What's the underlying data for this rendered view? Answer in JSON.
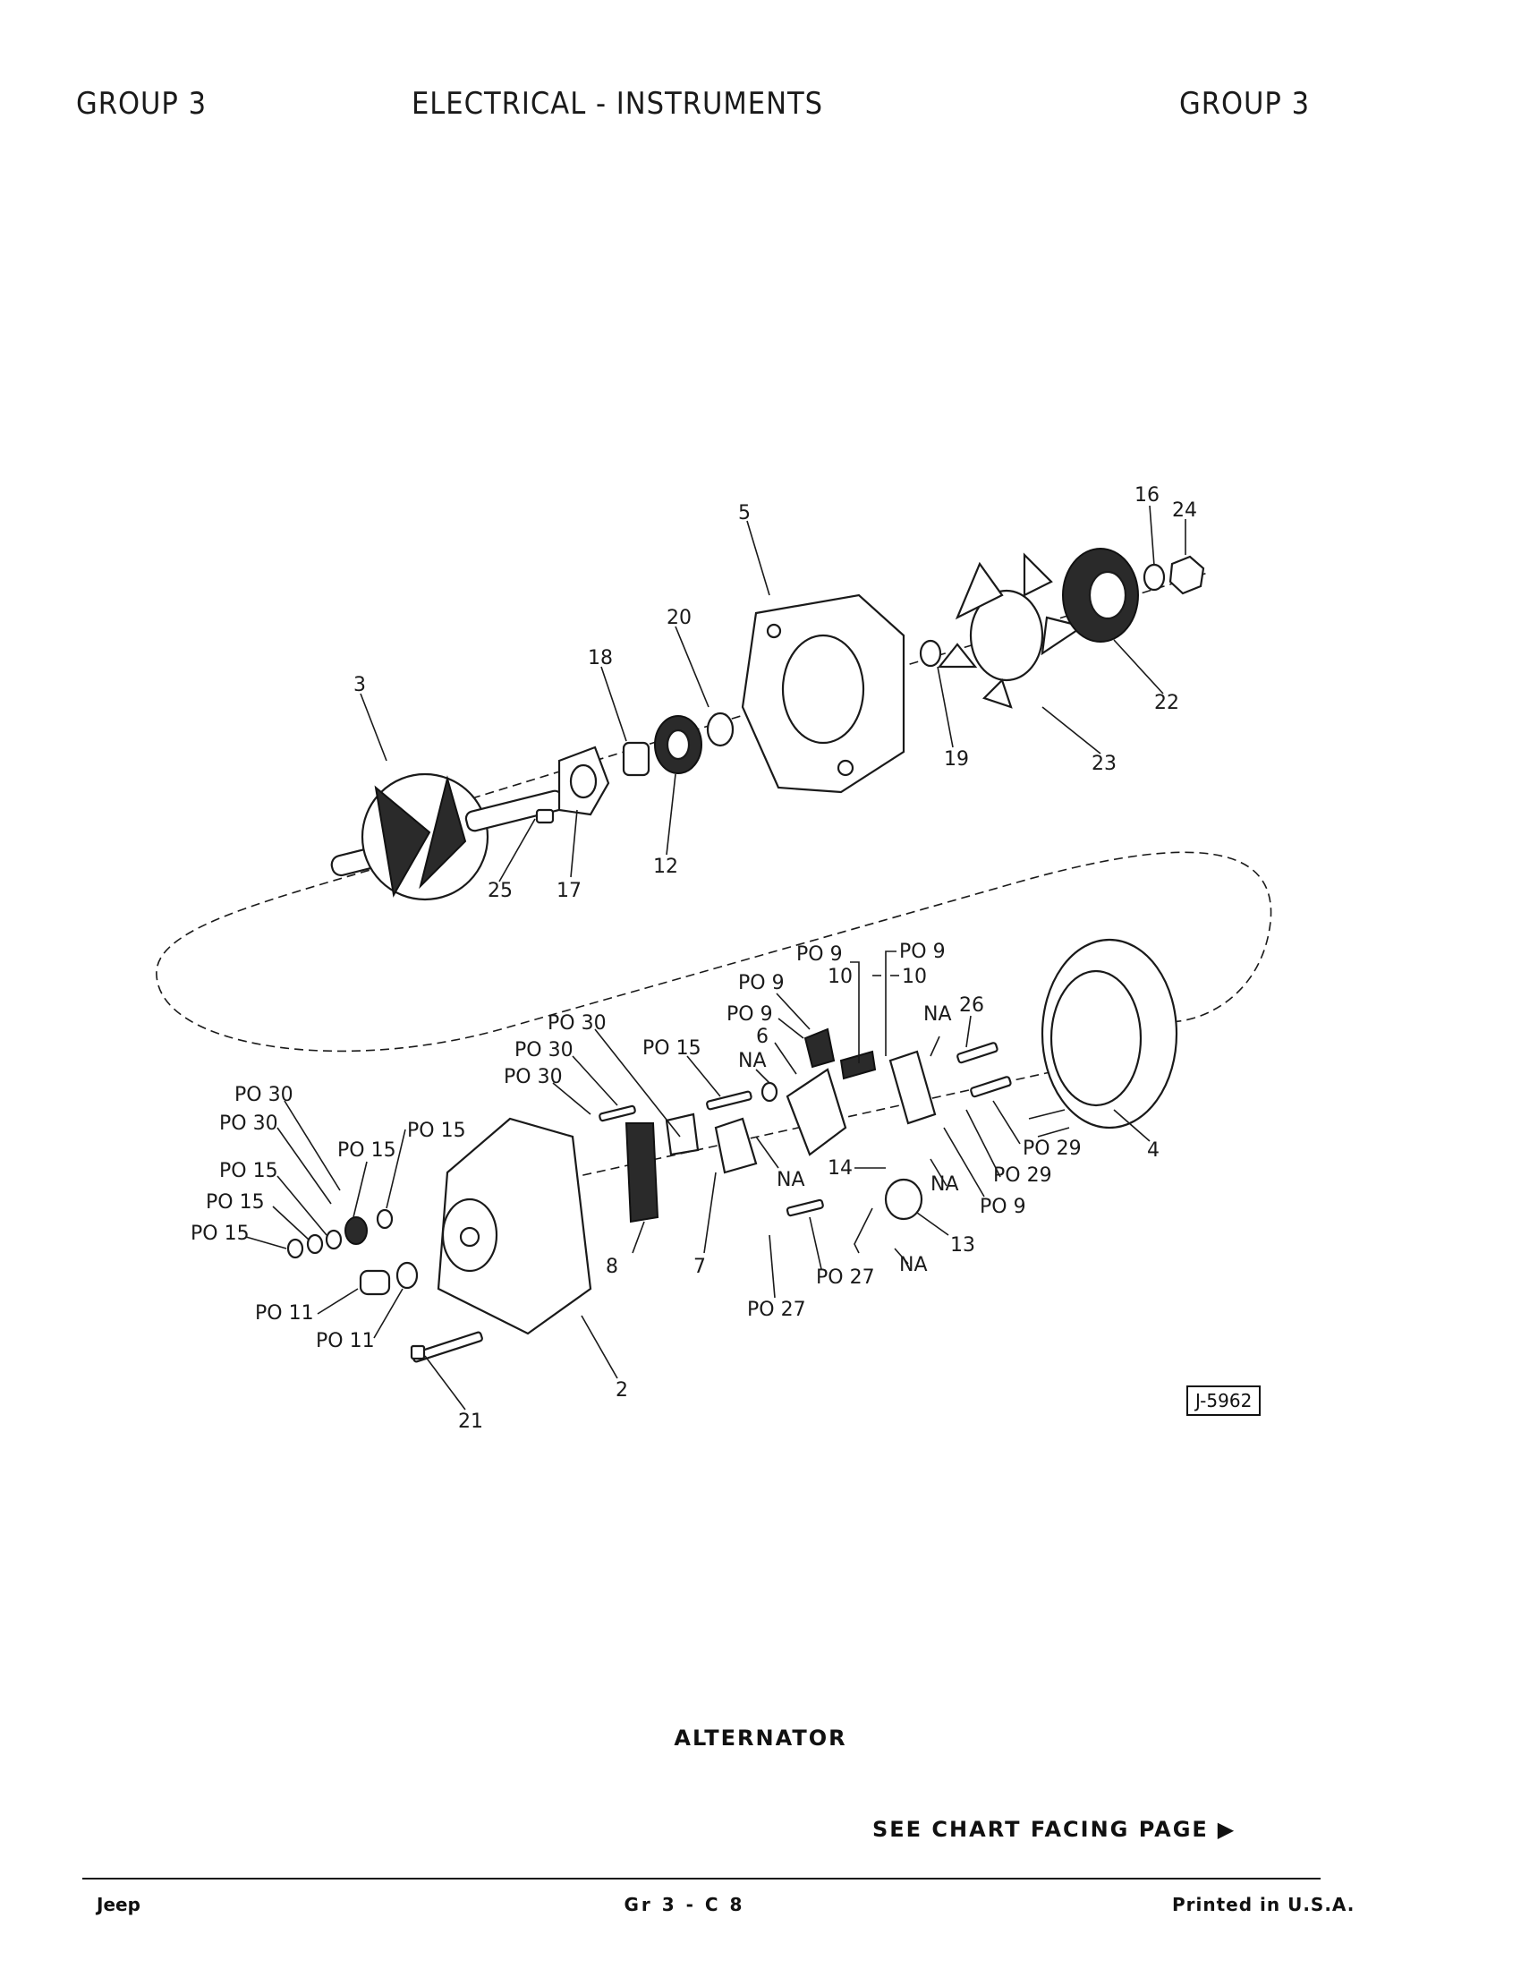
{
  "header": {
    "left": "GROUP 3",
    "title": "ELECTRICAL - INSTRUMENTS",
    "right": "GROUP 3"
  },
  "diagram": {
    "figure_id": "J-5962",
    "callouts": {
      "c2": "2",
      "c3": "3",
      "c4": "4",
      "c5": "5",
      "c6": "6",
      "c7": "7",
      "c8": "8",
      "c10a": "10",
      "c10b": "10",
      "c12": "12",
      "c13": "13",
      "c14": "14",
      "c16": "16",
      "c17": "17",
      "c18": "18",
      "c19": "19",
      "c20": "20",
      "c21": "21",
      "c22": "22",
      "c23": "23",
      "c24": "24",
      "c25": "25",
      "c26": "26",
      "po9a": "PO 9",
      "po9b": "PO 9",
      "po9c": "PO 9",
      "po9d": "PO 9",
      "po9e": "PO 9",
      "po30a": "PO 30",
      "po30b": "PO 30",
      "po30c": "PO 30",
      "po30d": "PO 30",
      "po30e": "PO 30",
      "po15a": "PO 15",
      "po15b": "PO 15",
      "po15c": "PO 15",
      "po15d": "PO 15",
      "po15e": "PO 15",
      "po15f": "PO 15",
      "po11a": "PO 11",
      "po11b": "PO 11",
      "po27a": "PO 27",
      "po27b": "PO 27",
      "po29a": "PO 29",
      "po29b": "PO 29",
      "na1": "NA",
      "na2": "NA",
      "na3": "NA",
      "na4": "NA",
      "na5": "NA"
    }
  },
  "caption": "ALTERNATOR",
  "see_chart": "SEE CHART FACING PAGE",
  "footer": {
    "left": "Jeep",
    "center": "Gr 3 - C 8",
    "right": "Printed in U.S.A."
  }
}
